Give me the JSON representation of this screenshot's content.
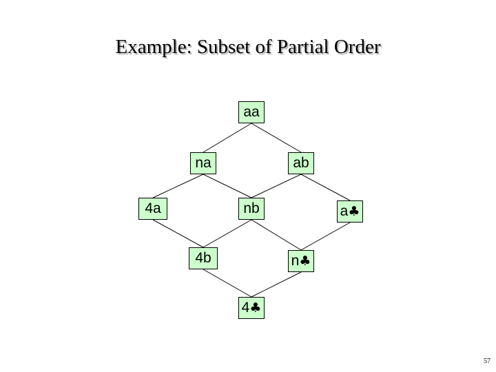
{
  "title": "Example: Subset of Partial Order",
  "nodes": [
    {
      "id": "aa",
      "text": "aa"
    },
    {
      "id": "na",
      "text": "na"
    },
    {
      "id": "ab",
      "text": "ab"
    },
    {
      "id": "4a",
      "text": "4a"
    },
    {
      "id": "nb",
      "text": "nb"
    },
    {
      "id": "aC",
      "text": "a",
      "suffix": "♣"
    },
    {
      "id": "4b",
      "text": "4b"
    },
    {
      "id": "nC",
      "text": "n",
      "suffix": "♣"
    },
    {
      "id": "4C",
      "text": "4",
      "suffix": "♣"
    }
  ],
  "edges": [
    [
      "aa",
      "na"
    ],
    [
      "aa",
      "ab"
    ],
    [
      "na",
      "4a"
    ],
    [
      "na",
      "nb"
    ],
    [
      "ab",
      "nb"
    ],
    [
      "ab",
      "aC"
    ],
    [
      "4a",
      "4b"
    ],
    [
      "nb",
      "4b"
    ],
    [
      "nb",
      "nC"
    ],
    [
      "aC",
      "nC"
    ],
    [
      "4b",
      "4C"
    ],
    [
      "nC",
      "4C"
    ]
  ],
  "page_number": "57"
}
